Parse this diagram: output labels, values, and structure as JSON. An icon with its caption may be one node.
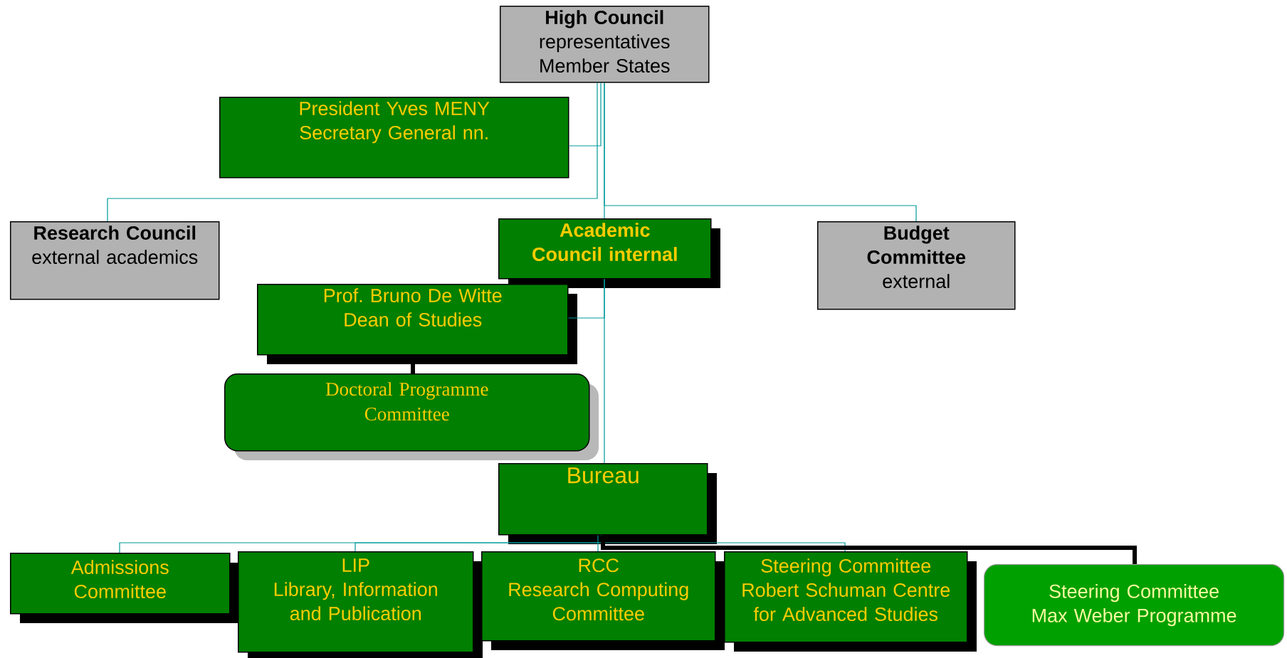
{
  "diagram": {
    "nodes": [
      {
        "text": [
          "High Council",
          "representatives Member States"
        ]
      },
      {
        "text": [
          "President Yves MENY",
          "Secretary General nn."
        ]
      },
      {
        "text": [
          "Research Council",
          "external academics"
        ]
      },
      {
        "text": [
          "Academic Council internal"
        ]
      },
      {
        "text": [
          "Budget Committee",
          "external"
        ]
      },
      {
        "text": [
          "Prof. Bruno De Witte",
          "Dean of Studies"
        ]
      },
      {
        "text": [
          "Doctoral Programme Committee"
        ]
      },
      {
        "text": [
          "Bureau"
        ]
      },
      {
        "text": [
          "Admissions Committee"
        ]
      },
      {
        "text": [
          "LIP",
          "Library, Information and Publication"
        ]
      },
      {
        "text": [
          "RCC",
          "Research Computing Committee"
        ]
      },
      {
        "text": [
          "Steering Committee Robert Schuman Centre for Advanced Studies"
        ]
      },
      {
        "text": [
          "Steering Committee Max Weber Programme"
        ]
      }
    ],
    "edges": [
      {
        "from": 0,
        "to": 1,
        "arrow": "none"
      },
      {
        "from": 0,
        "to": 2,
        "arrow": "none"
      },
      {
        "from": 0,
        "to": 3,
        "arrow": "none"
      },
      {
        "from": 0,
        "to": 4,
        "arrow": "none"
      },
      {
        "from": 3,
        "to": 5,
        "arrow": "none"
      },
      {
        "from": 3,
        "to": 7,
        "arrow": "none"
      },
      {
        "from": 5,
        "to": 6,
        "arrow": "none",
        "style": "thick",
        "color": "#000000"
      },
      {
        "from": 7,
        "to": 8,
        "arrow": "none"
      },
      {
        "from": 7,
        "to": 9,
        "arrow": "none"
      },
      {
        "from": 7,
        "to": 10,
        "arrow": "none"
      },
      {
        "from": 7,
        "to": 11,
        "arrow": "none"
      },
      {
        "from": 7,
        "to": 12,
        "arrow": "none",
        "style": "thick",
        "color": "#000000"
      }
    ]
  }
}
